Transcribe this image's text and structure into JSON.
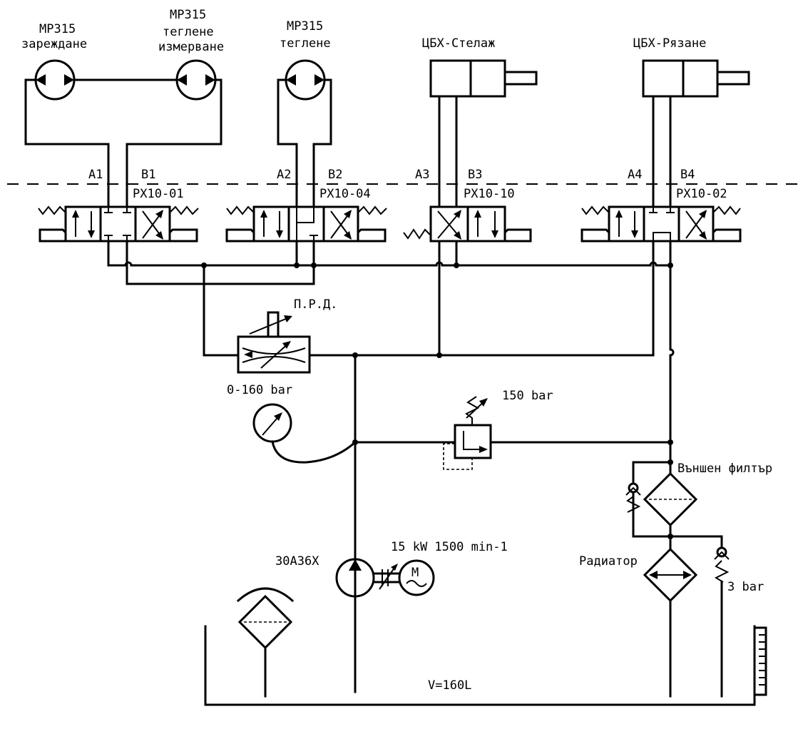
{
  "motors": [
    {
      "model": "MP315",
      "role": "зареждане"
    },
    {
      "model": "MP315",
      "role": "теглене",
      "role2": "измерване"
    },
    {
      "model": "MP315",
      "role": "теглене"
    }
  ],
  "cylinders": [
    "ЦБХ-Стелаж",
    "ЦБХ-Рязане"
  ],
  "valves": [
    {
      "model": "PX10-01",
      "port_a": "A1",
      "port_b": "B1"
    },
    {
      "model": "PX10-04",
      "port_a": "A2",
      "port_b": "B2"
    },
    {
      "model": "PX10-10",
      "port_a": "A3",
      "port_b": "B3"
    },
    {
      "model": "PX10-02",
      "port_a": "A4",
      "port_b": "B4"
    }
  ],
  "flow_regulator_label": "П.Р.Д.",
  "gauge_range": "0-160 bar",
  "relief_valve_setting": "150 bar",
  "external_filter_label": "Външен филтър",
  "radiator_label": "Радиатор",
  "check_valve_setting": "3 bar",
  "pump_model": "30А36Х",
  "motor_spec": "15 kW 1500 min-1",
  "motor_symbol": "M",
  "tank_volume": "V=160L"
}
